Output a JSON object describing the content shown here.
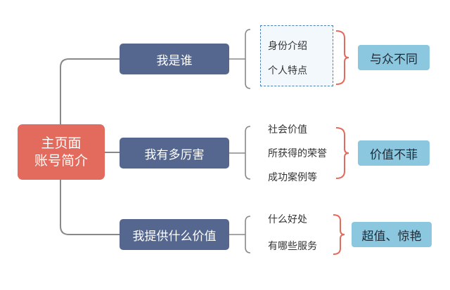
{
  "root": {
    "line1": "主页面",
    "line2": "账号简介"
  },
  "branches": [
    {
      "label": "我是谁",
      "items": [
        "身份介绍",
        "个人特点"
      ],
      "result": "与众不同"
    },
    {
      "label": "我有多厉害",
      "items": [
        "社会价值",
        "所获得的荣誉",
        "成功案例等"
      ],
      "result": "价值不菲"
    },
    {
      "label": "我提供什么价值",
      "items": [
        "什么好处",
        "有哪些服务"
      ],
      "result": "超值、惊艳"
    }
  ],
  "colors": {
    "root": "#e36b5d",
    "branch": "#56678f",
    "result": "#8bc8df",
    "connector": "#888888",
    "bracket": "#e36b5d",
    "dashed": "#4a7fb4"
  }
}
